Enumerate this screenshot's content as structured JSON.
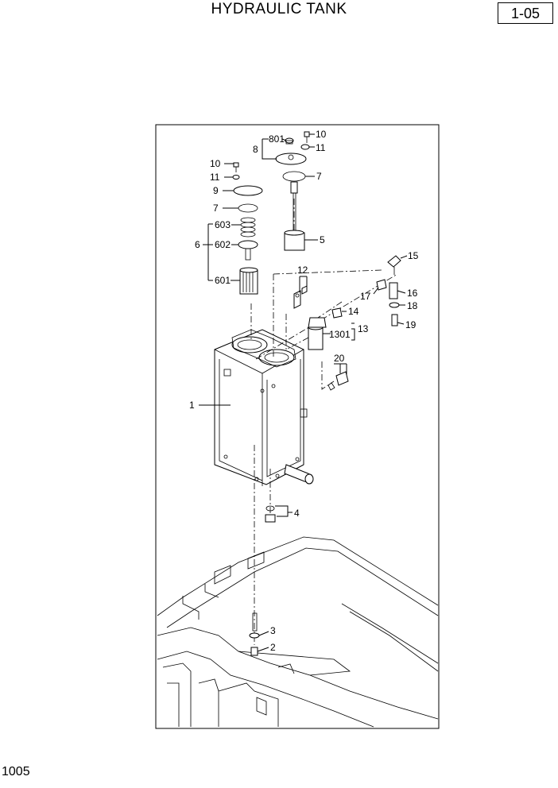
{
  "header": {
    "title": "HYDRAULIC TANK",
    "page_code": "1-05"
  },
  "footer": {
    "page_number": "1005"
  },
  "callouts": {
    "c801": "801",
    "c8": "8",
    "c10a": "10",
    "c11a": "11",
    "c7a": "7",
    "c10b": "10",
    "c11b": "11",
    "c9": "9",
    "c7b": "7",
    "c603": "603",
    "c6": "6",
    "c602": "602",
    "c601": "601",
    "c5": "5",
    "c12": "12",
    "c15": "15",
    "c16": "16",
    "c17": "17",
    "c18": "18",
    "c19": "19",
    "c14": "14",
    "c1301": "1301",
    "c13": "13",
    "c20": "20",
    "c1": "1",
    "c4": "4",
    "c3": "3",
    "c2": "2"
  }
}
